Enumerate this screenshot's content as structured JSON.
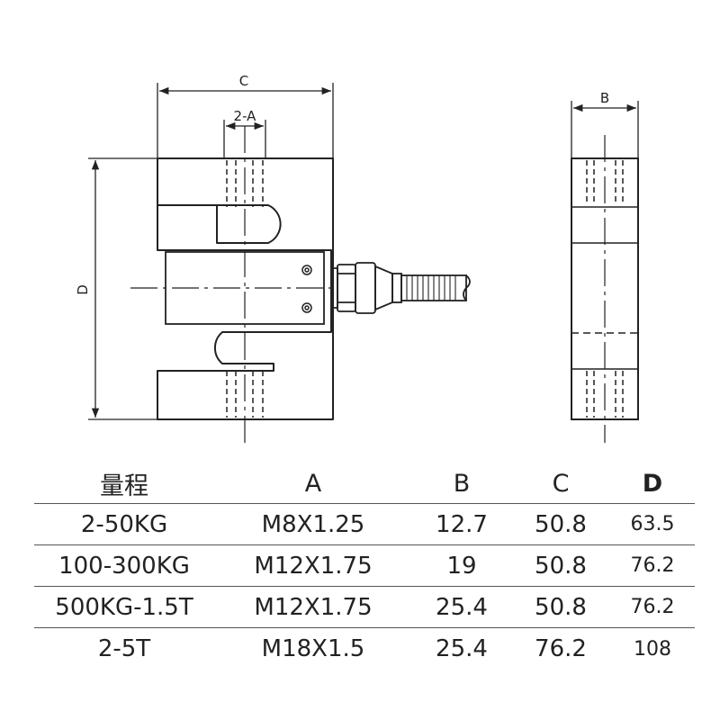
{
  "drawing": {
    "dimension_labels": {
      "C": "C",
      "two_A": "2-A",
      "D": "D",
      "B": "B"
    }
  },
  "table": {
    "headers": [
      "量程",
      "A",
      "B",
      "C",
      "D"
    ],
    "rows": [
      [
        "2-50KG",
        "M8X1.25",
        "12.7",
        "50.8",
        "63.5"
      ],
      [
        "100-300KG",
        "M12X1.75",
        "19",
        "50.8",
        "76.2"
      ],
      [
        "500KG-1.5T",
        "M12X1.75",
        "25.4",
        "50.8",
        "76.2"
      ],
      [
        "2-5T",
        "M18X1.5",
        "25.4",
        "76.2",
        "108"
      ]
    ]
  }
}
